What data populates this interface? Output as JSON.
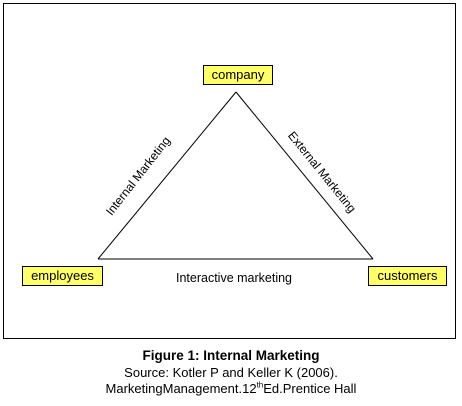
{
  "nodes": {
    "company": "company",
    "employees": "employees",
    "customers": "customers"
  },
  "edges": {
    "internal": "Internal Marketing",
    "external": "External Marketing",
    "interactive": "Interactive marketing"
  },
  "caption": {
    "title": "Figure 1: Internal Marketing",
    "source": "Source: Kotler P and Keller K (2006).",
    "ref_main": "MarketingManagement.12",
    "ref_sup": "th",
    "ref_tail": "Ed.Prentice Hall"
  },
  "colors": {
    "node_fill": "#ffff66",
    "stroke": "#000000"
  }
}
